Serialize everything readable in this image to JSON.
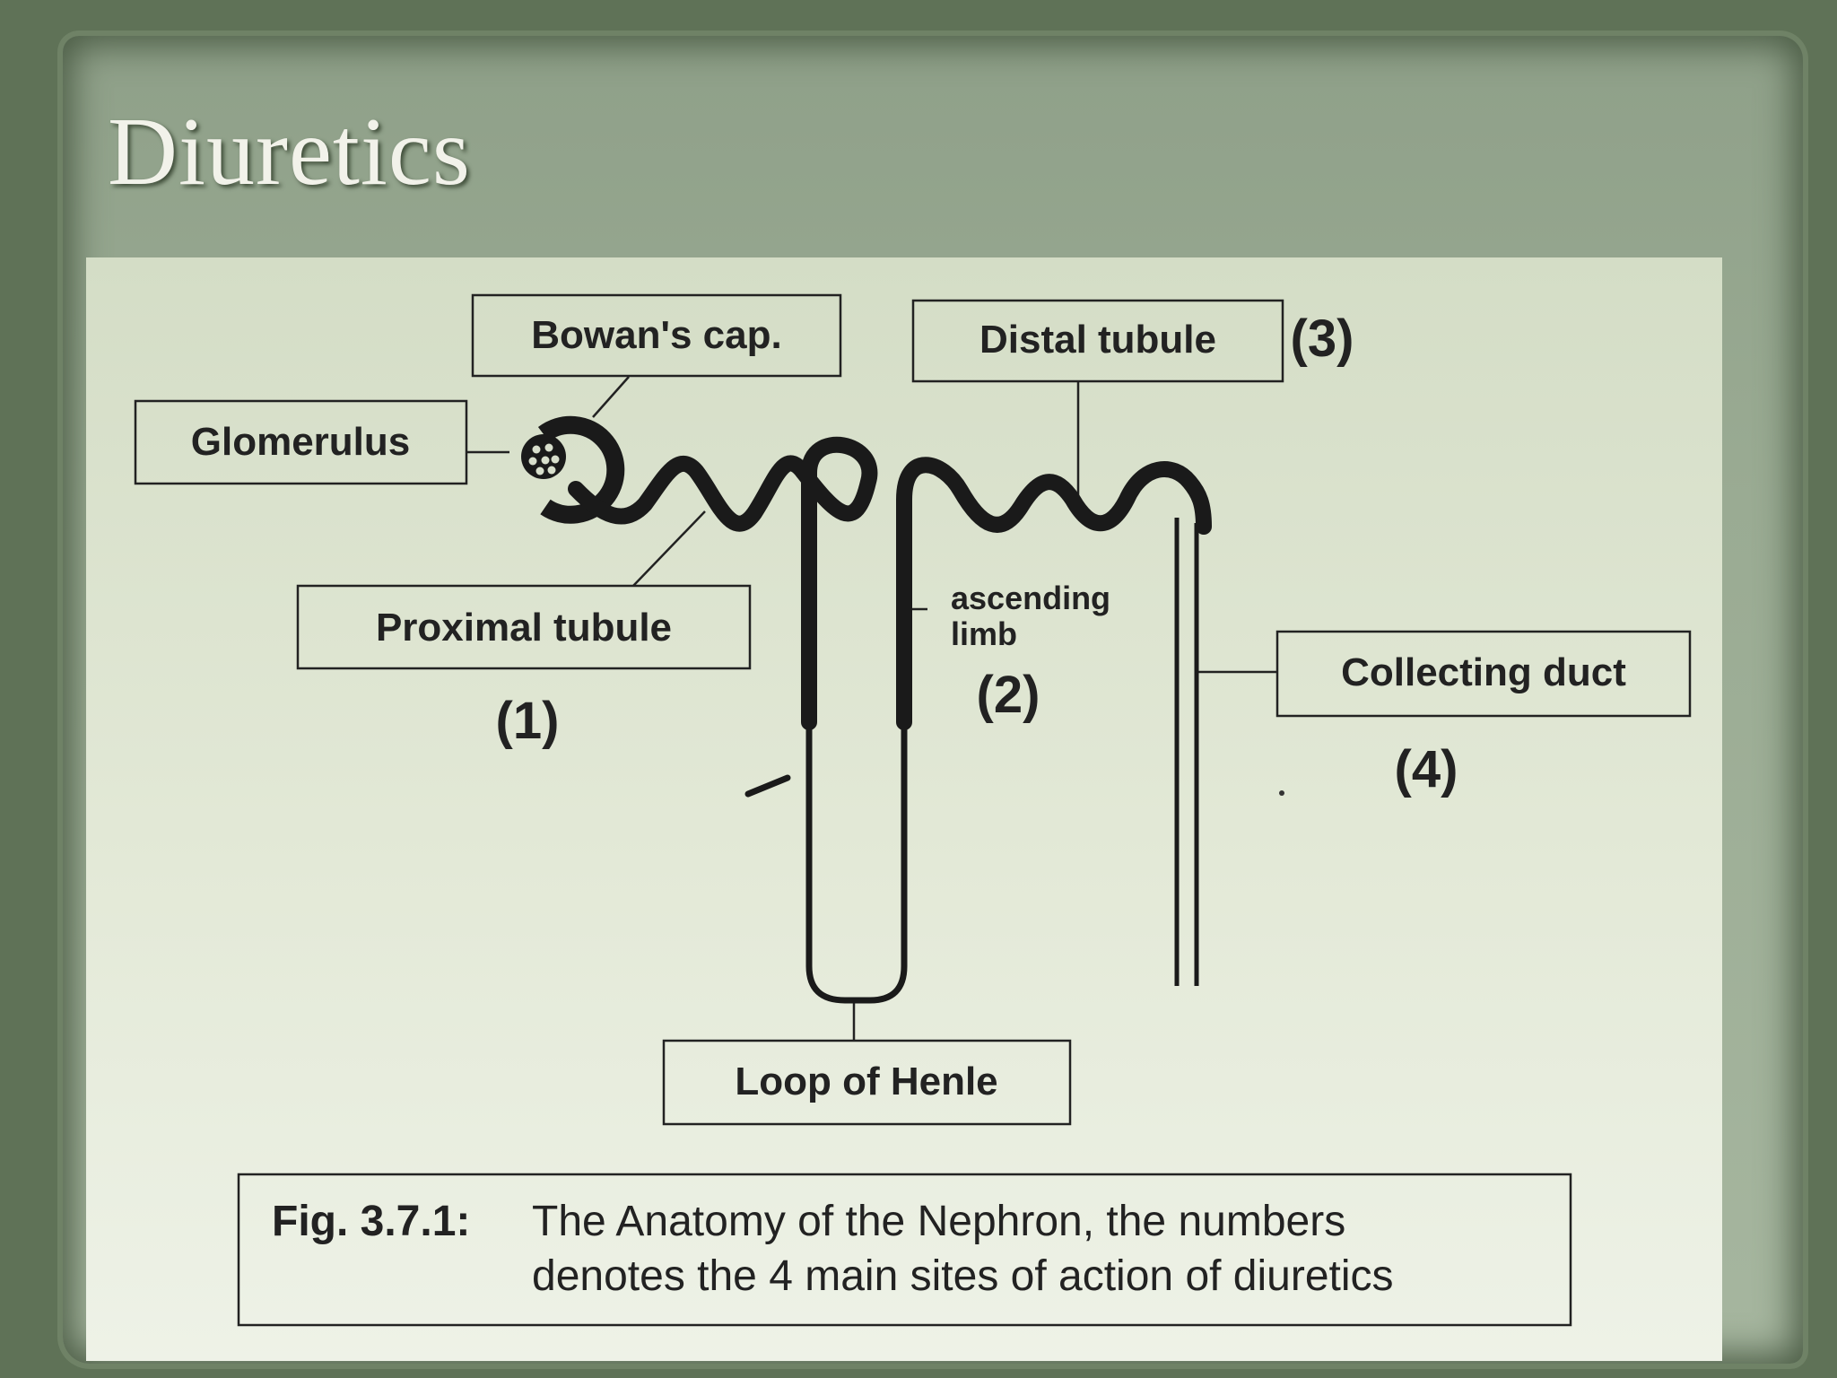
{
  "slide": {
    "title": "Diuretics"
  },
  "diagram": {
    "labels": {
      "bowmans": "Bowan's cap.",
      "distal": "Distal tubule",
      "glomerulus": "Glomerulus",
      "proximal": "Proximal tubule",
      "ascending_1": "ascending",
      "ascending_2": "limb",
      "collecting": "Collecting duct",
      "loop": "Loop of Henle"
    },
    "sites": {
      "s1": "(1)",
      "s2": "(2)",
      "s3": "(3)",
      "s4": "(4)"
    },
    "caption": {
      "fig": "Fig. 3.7.1:",
      "line1": "The Anatomy of the Nephron, the numbers",
      "line2": "denotes the 4 main sites of action of diuretics"
    }
  }
}
